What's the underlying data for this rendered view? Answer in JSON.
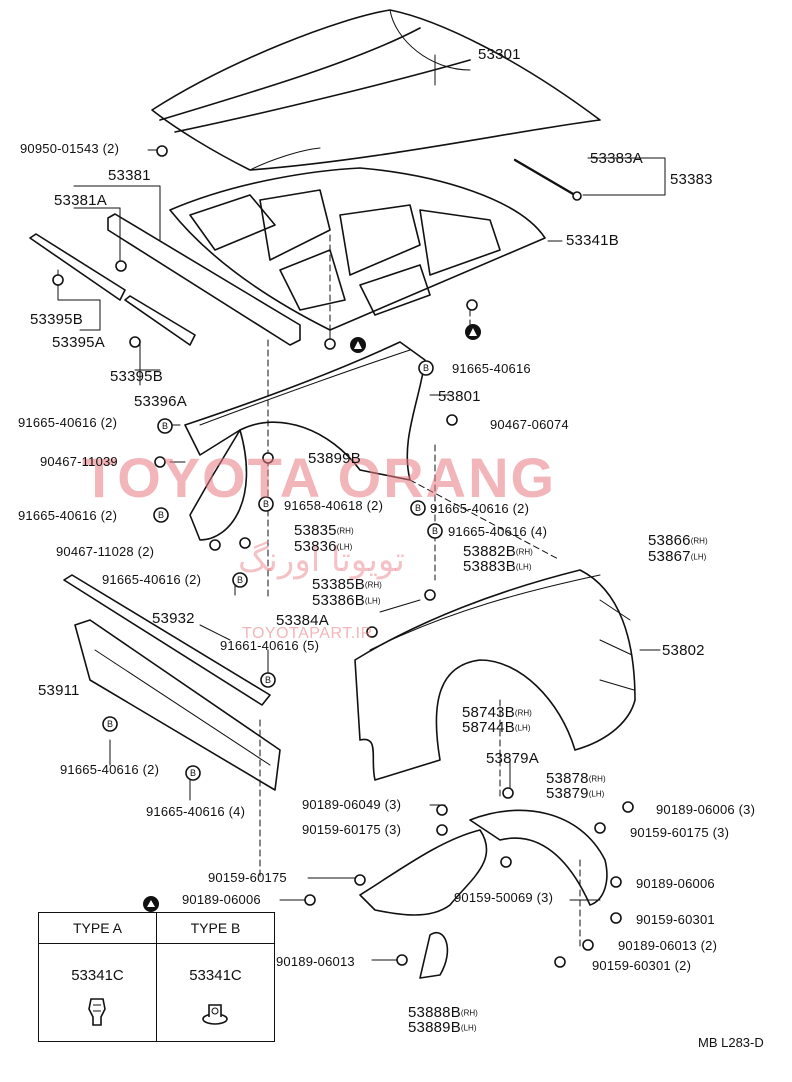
{
  "watermark": {
    "main": "TOYOTA ORANG",
    "arabic": "تویوتا اورنگ",
    "url": "TOYOTAPART.IR"
  },
  "labels": {
    "p53301": "53301",
    "p90950": "90950-01543 (2)",
    "p53381": "53381",
    "p53381A": "53381A",
    "p53383A": "53383A",
    "p53383": "53383",
    "p53341B": "53341B",
    "p53395B_1": "53395B",
    "p53395A": "53395A",
    "p53395B_2": "53395B",
    "p53396A": "53396A",
    "p91665_top": "91665-40616",
    "p53801": "53801",
    "p91665_l2": "91665-40616 (2)",
    "p90467_06074": "90467-06074",
    "p90467_11039": "90467-11039",
    "p53899B": "53899B",
    "p91658": "91658-40618 (2)",
    "p91665_b2": "91665-40616 (2)",
    "p91665_l2b": "91665-40616 (2)",
    "p90467_11028": "90467-11028 (2)",
    "p53835": "53835",
    "p53836": "53836",
    "p91665_4": "91665-40616 (4)",
    "p53866": "53866",
    "p53867": "53867",
    "p91665_l2c": "91665-40616 (2)",
    "p53882B": "53882B",
    "p53883B": "53883B",
    "p53385B": "53385B",
    "p53386B": "53386B",
    "p53384A": "53384A",
    "p53932": "53932",
    "p91661": "91661-40616 (5)",
    "p53802": "53802",
    "p53911": "53911",
    "p58743B": "58743B",
    "p58744B": "58744B",
    "p91665_bl2": "91665-40616 (2)",
    "p91665_b4": "91665-40616 (4)",
    "p53879A": "53879A",
    "p53878": "53878",
    "p53879": "53879",
    "p90189_06049": "90189-06049 (3)",
    "p90159_60175_3": "90159-60175 (3)",
    "p90189_06006_3": "90189-06006 (3)",
    "p90159_60175_3r": "90159-60175 (3)",
    "p90159_60175": "90159-60175",
    "p90189_06006": "90189-06006",
    "p90159_50069": "90159-50069 (3)",
    "p90189_06006r": "90189-06006",
    "p90159_60301": "90159-60301",
    "p90189_06013": "90189-06013",
    "p90189_06013_2": "90189-06013 (2)",
    "p90159_60301_2": "90159-60301 (2)",
    "p53888B": "53888B",
    "p53889B": "53889B"
  },
  "suffix": {
    "rh": "(RH)",
    "lh": "(LH)"
  },
  "legend": {
    "type_a": "TYPE A",
    "type_b": "TYPE B",
    "part_a": "53341C",
    "part_b": "53341C"
  },
  "diagram_code": "MB L283-D",
  "colors": {
    "ink": "#111111",
    "watermark": "#e77880"
  }
}
